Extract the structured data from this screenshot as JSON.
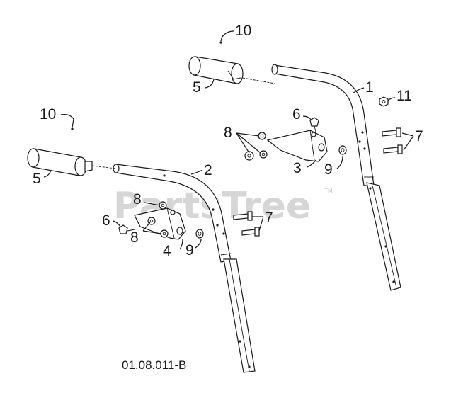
{
  "watermark": {
    "text": "PartsTree",
    "trademark": "TM"
  },
  "diagram_code": "01.08.011-B",
  "callouts": {
    "handle_upper": "1",
    "handle_lower": "2",
    "bracket_right": "3",
    "bracket_left": "4",
    "grip_right": "5",
    "grip_left": "5",
    "bolt_right": "6",
    "bolt_left": "6",
    "washer_right": "8",
    "washer_left": "8",
    "screw_right": "7",
    "screw_left": "7",
    "flat_washer_right": "9",
    "flat_washer_left": "9",
    "pin_right": "10",
    "pin_left": "10",
    "nut": "11"
  }
}
